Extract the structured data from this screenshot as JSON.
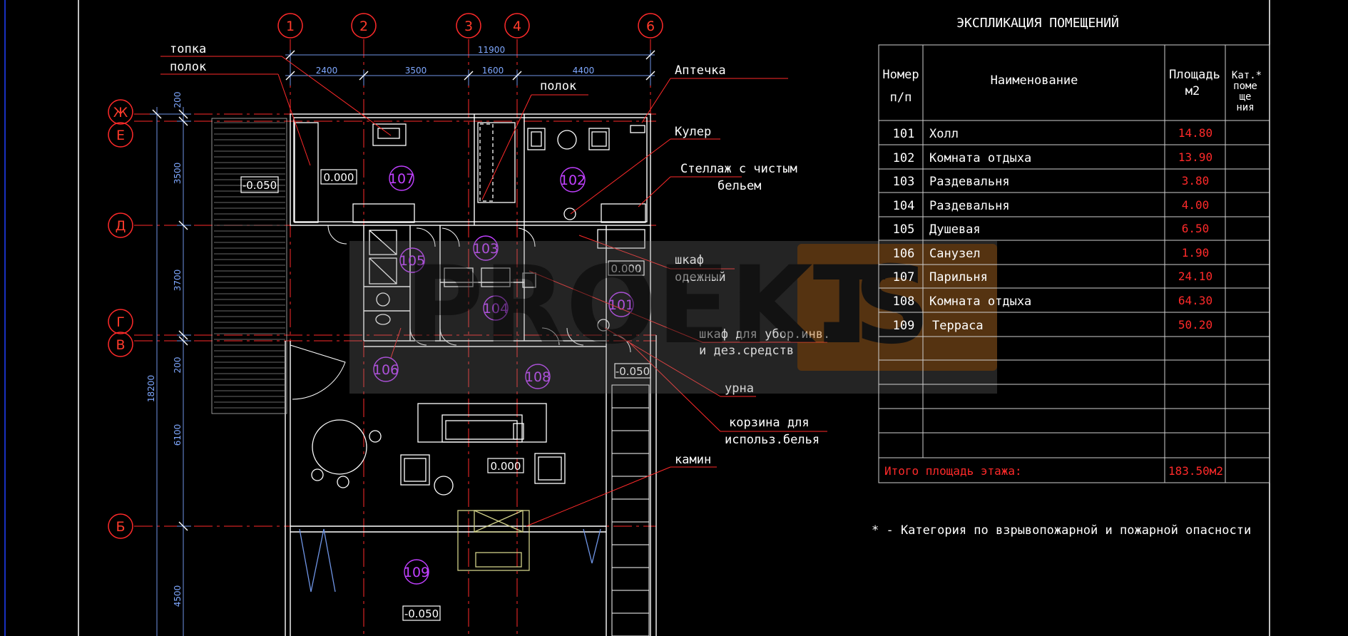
{
  "grid": {
    "columns": [
      "1",
      "2",
      "3",
      "4",
      "6"
    ],
    "rows": [
      "Ж",
      "Е",
      "Д",
      "Г",
      "В",
      "Б"
    ]
  },
  "dimensions": {
    "overall_top": "11900",
    "top_segments": [
      "2400",
      "3500",
      "1600",
      "4400"
    ],
    "overall_left": "18200",
    "left_segments": [
      "200",
      "3500",
      "3700",
      "200",
      "6100",
      "4500"
    ]
  },
  "levels": [
    "-0.050",
    "0.000",
    "0.000",
    "-0.050",
    "0.000",
    "-0.050"
  ],
  "room_tags": [
    "107",
    "102",
    "103",
    "105",
    "104",
    "101",
    "106",
    "108",
    "109"
  ],
  "callouts": {
    "topka": "топка",
    "polok_left": "полок",
    "polok_right": "полок",
    "aptechka": "Аптечка",
    "kuler": "Кулер",
    "stellazh_1": "Стеллаж с чистым",
    "stellazh_2": "бельем",
    "shkaf_1": "шкаф",
    "shkaf_2": "одежный",
    "shkaf_inv_1": "шкаф для убор.инв.",
    "shkaf_inv_2": "и дез.средств",
    "urna": "урна",
    "korzina_1": "корзина для",
    "korzina_2": "использ.белья",
    "kamin": "камин"
  },
  "watermark": {
    "text": "PROEKT",
    "suffix": ".S"
  },
  "explication": {
    "title": "ЭКСПЛИКАЦИЯ ПОМЕЩЕНИЙ",
    "headers": {
      "num_1": "Номер",
      "num_2": "п/п",
      "name": "Наименование",
      "area_1": "Площадь",
      "area_2": "м2",
      "cat_1": "Кат.*",
      "cat_2": "поме",
      "cat_3": "ще",
      "cat_4": "ния"
    },
    "rows": [
      {
        "num": "101",
        "name": "Холл",
        "area": "14.80"
      },
      {
        "num": "102",
        "name": "Комната отдыха",
        "area": "13.90"
      },
      {
        "num": "103",
        "name": "Раздевальня",
        "area": "3.80"
      },
      {
        "num": "104",
        "name": "Раздевальня",
        "area": "4.00"
      },
      {
        "num": "105",
        "name": "Душевая",
        "area": "6.50"
      },
      {
        "num": "106",
        "name": "Санузел",
        "area": "1.90"
      },
      {
        "num": "107",
        "name": "Парильня",
        "area": "24.10"
      },
      {
        "num": "108",
        "name": "Комната отдыха",
        "area": "64.30"
      },
      {
        "num": "109",
        "name": "Терраса",
        "area": "50.20"
      }
    ],
    "total_label": "Итого площадь этажа:",
    "total_value": "183.50м2",
    "footnote": "* - Категория по взрывопожарной и пожарной опасности"
  },
  "colors": {
    "grid": "#ff2a2a",
    "dimension": "#6f95e6",
    "room_tag": "#c040ff",
    "wall": "#ffffff",
    "area_value": "#ff2a2a"
  }
}
